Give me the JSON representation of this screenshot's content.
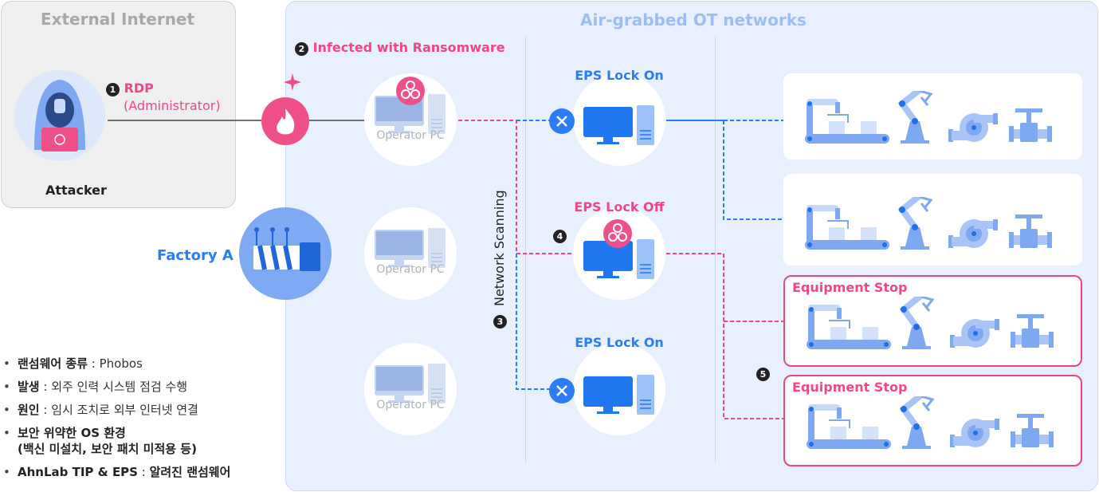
{
  "external": {
    "title": "External Internet",
    "attacker_label": "Attacker"
  },
  "step1": {
    "num": "1",
    "label": "RDP",
    "sub": "(Administrator)"
  },
  "ot": {
    "title": "Air-grabbed OT networks"
  },
  "step2": {
    "num": "2",
    "label": "Infected with Ransomware"
  },
  "step3": {
    "num": "3",
    "label": "Network Scanning"
  },
  "step4": {
    "num": "4"
  },
  "step5": {
    "num": "5"
  },
  "factory": {
    "label": "Factory A"
  },
  "operator_pcs": [
    {
      "label": "Operator PC"
    },
    {
      "label": "Operator PC"
    },
    {
      "label": "Operator PC"
    }
  ],
  "eps": [
    {
      "label": "EPS Lock On",
      "state": "blocked"
    },
    {
      "label": "EPS Lock Off",
      "state": "infected"
    },
    {
      "label": "EPS Lock On",
      "state": "blocked"
    }
  ],
  "equipment": [
    {
      "status": ""
    },
    {
      "status": ""
    },
    {
      "status": "Equipment Stop"
    },
    {
      "status": "Equipment Stop"
    }
  ],
  "notes": [
    {
      "key": "랜섬웨어 종류",
      "sep": " : ",
      "value": "Phobos"
    },
    {
      "key": "발생",
      "sep": " : ",
      "value": "외주 인력 시스템 점검 수행"
    },
    {
      "key": "원인",
      "sep": " : ",
      "value": "임시 조치로 외부 인터넷 연결"
    },
    {
      "key": "보안 위약한 OS 환경",
      "key2": "(백신 미설치, 보안 패치 미적용 등)"
    },
    {
      "key": "AhnLab TIP & EPS",
      "sep": " : ",
      "value": "알려진 랜섬웨어",
      "value_color": "#f0468a"
    }
  ],
  "colors": {
    "blue": "#2a7df5",
    "pink": "#f0468a",
    "light_blue": "#9dbef4",
    "ot_bg": "#e9f0fd"
  }
}
